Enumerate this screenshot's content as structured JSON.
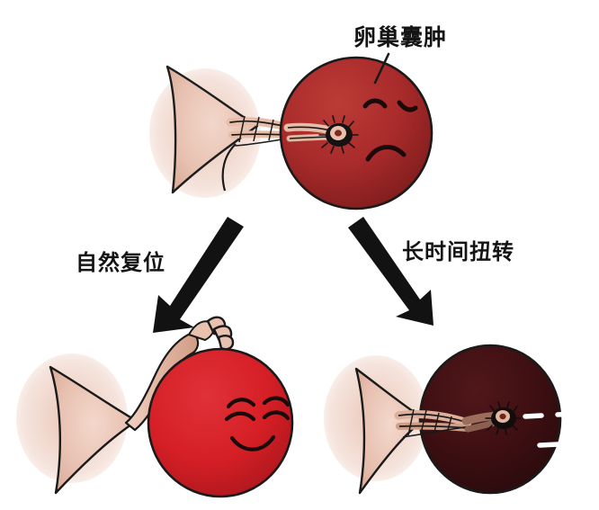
{
  "diagram": {
    "title_label": "卵巢囊肿",
    "branches": {
      "left_label": "自然复位",
      "right_label": "长时间扭转"
    },
    "colors": {
      "cyst_torsion_red": "#a82a2a",
      "cyst_healthy_red": "#d61f26",
      "cyst_necrotic_maroon": "#3d0f12",
      "tissue_flesh": "#efcbbd",
      "tissue_flesh_deep": "#d9a893",
      "outline_black": "#1a1a1a",
      "arrow_black": "#121212",
      "face_white": "#ffffff"
    },
    "nodes": [
      {
        "id": "top-cyst",
        "name": "ovarian-cyst-torsion",
        "expression": "sad-frowning-closed-eyes",
        "pedicle": "twisted",
        "fill": "#a82a2a"
      },
      {
        "id": "bottom-left-cyst",
        "name": "ovarian-cyst-resolved",
        "expression": "happy-smiling-closed-eyes",
        "pedicle": "untwisted-with-fimbriae",
        "fill": "#d61f26"
      },
      {
        "id": "bottom-right-cyst",
        "name": "ovarian-cyst-necrotic",
        "expression": "lifeless-dash-eyes-dash-mouth",
        "pedicle": "tightly-twisted",
        "fill": "#3d0f12"
      }
    ],
    "arrows": [
      {
        "id": "arrow-left",
        "direction": "down-left",
        "target": "bottom-left-cyst"
      },
      {
        "id": "arrow-right",
        "direction": "down-right",
        "target": "bottom-right-cyst"
      }
    ],
    "leader_line": {
      "id": "cyst-leader-line",
      "from": "卵巢囊肿",
      "to": "top-cyst"
    }
  }
}
